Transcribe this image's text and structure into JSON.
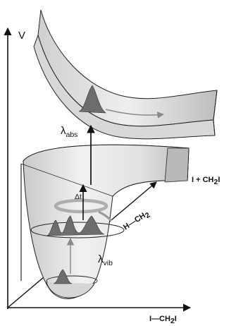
{
  "axes": {
    "vertical": "V",
    "horizontal": "I—CH",
    "horizontal_sub": "2",
    "horizontal_tail": "I",
    "depth": "H—CH",
    "depth_sub": "2"
  },
  "labels": {
    "lambda_abs_symbol": "λ",
    "lambda_abs_sub": "abs",
    "lambda_vib_symbol": "λ",
    "lambda_vib_sub": "vib",
    "delta_t": "Δt",
    "asymptote": "I + CH",
    "asymptote_sub": "2",
    "asymptote_tail": "I"
  },
  "colors": {
    "surface_fill": "#e6e6e6",
    "surface_shade": "#c4c4c4",
    "wavepacket": "#6d6d6d",
    "line": "#1a1a1a",
    "arrow_gray": "#9a9a9a"
  }
}
